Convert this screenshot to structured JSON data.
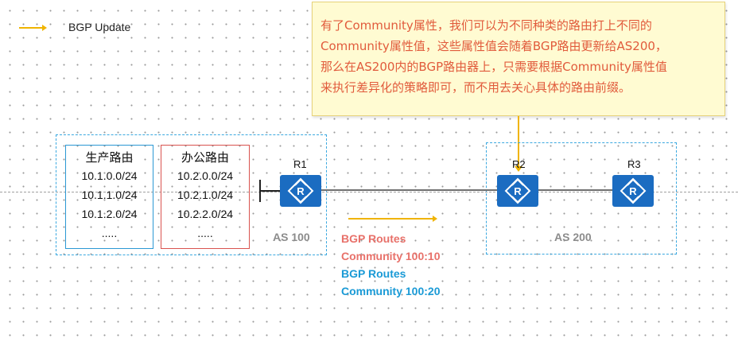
{
  "legend": {
    "label": "BGP Update",
    "color": "#f0b400"
  },
  "callout": {
    "lines": [
      "有了Community属性，我们可以为不同种类的路由打上不同的",
      "Community属性值，这些属性值会随着BGP路由更新给AS200，",
      "那么在AS200内的BGP路由器上，只需要根据Community属性值",
      "来执行差异化的策略即可，而不用去关心具体的路由前缀。"
    ]
  },
  "as100": {
    "label": "AS 100",
    "production_routes": {
      "title": "生产路由",
      "items": [
        "10.1.0.0/24",
        "10.1.1.0/24",
        "10.1.2.0/24",
        "....."
      ]
    },
    "office_routes": {
      "title": "办公路由",
      "items": [
        "10.2.0.0/24",
        "10.2.1.0/24",
        "10.2.2.0/24",
        "....."
      ]
    }
  },
  "as200": {
    "label": "AS 200"
  },
  "routers": [
    {
      "label": "R1"
    },
    {
      "label": "R2"
    },
    {
      "label": "R3"
    }
  ],
  "updates": {
    "group_a": {
      "routes": "BGP Routes",
      "community": "Community 100:10",
      "color": "#e8716a"
    },
    "group_b": {
      "routes": "BGP Routes",
      "community": "Community 100:20",
      "color": "#1a9ad6"
    }
  }
}
